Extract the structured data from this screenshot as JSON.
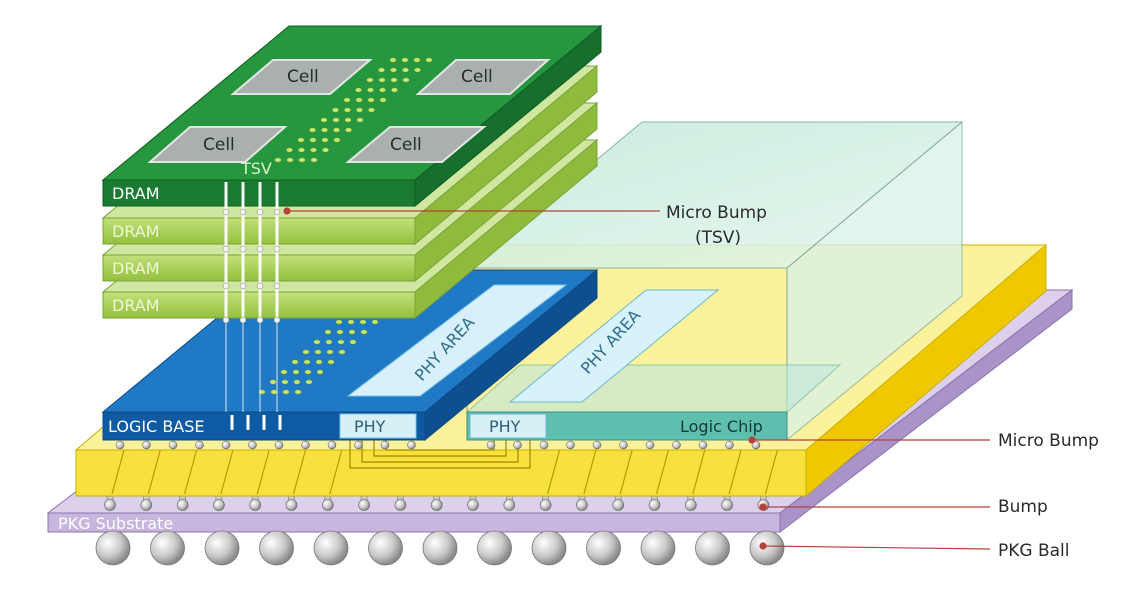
{
  "chips": {
    "dram_label": "DRAM",
    "cell_label": "Cell",
    "tsv_label": "TSV",
    "logic_base_label": "LOGIC BASE",
    "phy_label": "PHY",
    "phy_area_label": "PHY AREA",
    "logic_chip_label": "Logic Chip",
    "substrate_label": "PKG Substrate"
  },
  "callouts": {
    "micro_bump_tsv": [
      "Micro Bump",
      "(TSV)"
    ],
    "micro_bump": "Micro Bump",
    "bump": "Bump",
    "pkg_ball": "PKG Ball"
  },
  "colors": {
    "dram_top": "#1f8a3a",
    "dram_layer": "#a7cf52",
    "logic_base": "#1a6db5",
    "logic_chip": "#7fd0c4",
    "interposer": "#f7e13c",
    "substrate": "#c7b6dd",
    "leader_line": "#b5423c"
  }
}
